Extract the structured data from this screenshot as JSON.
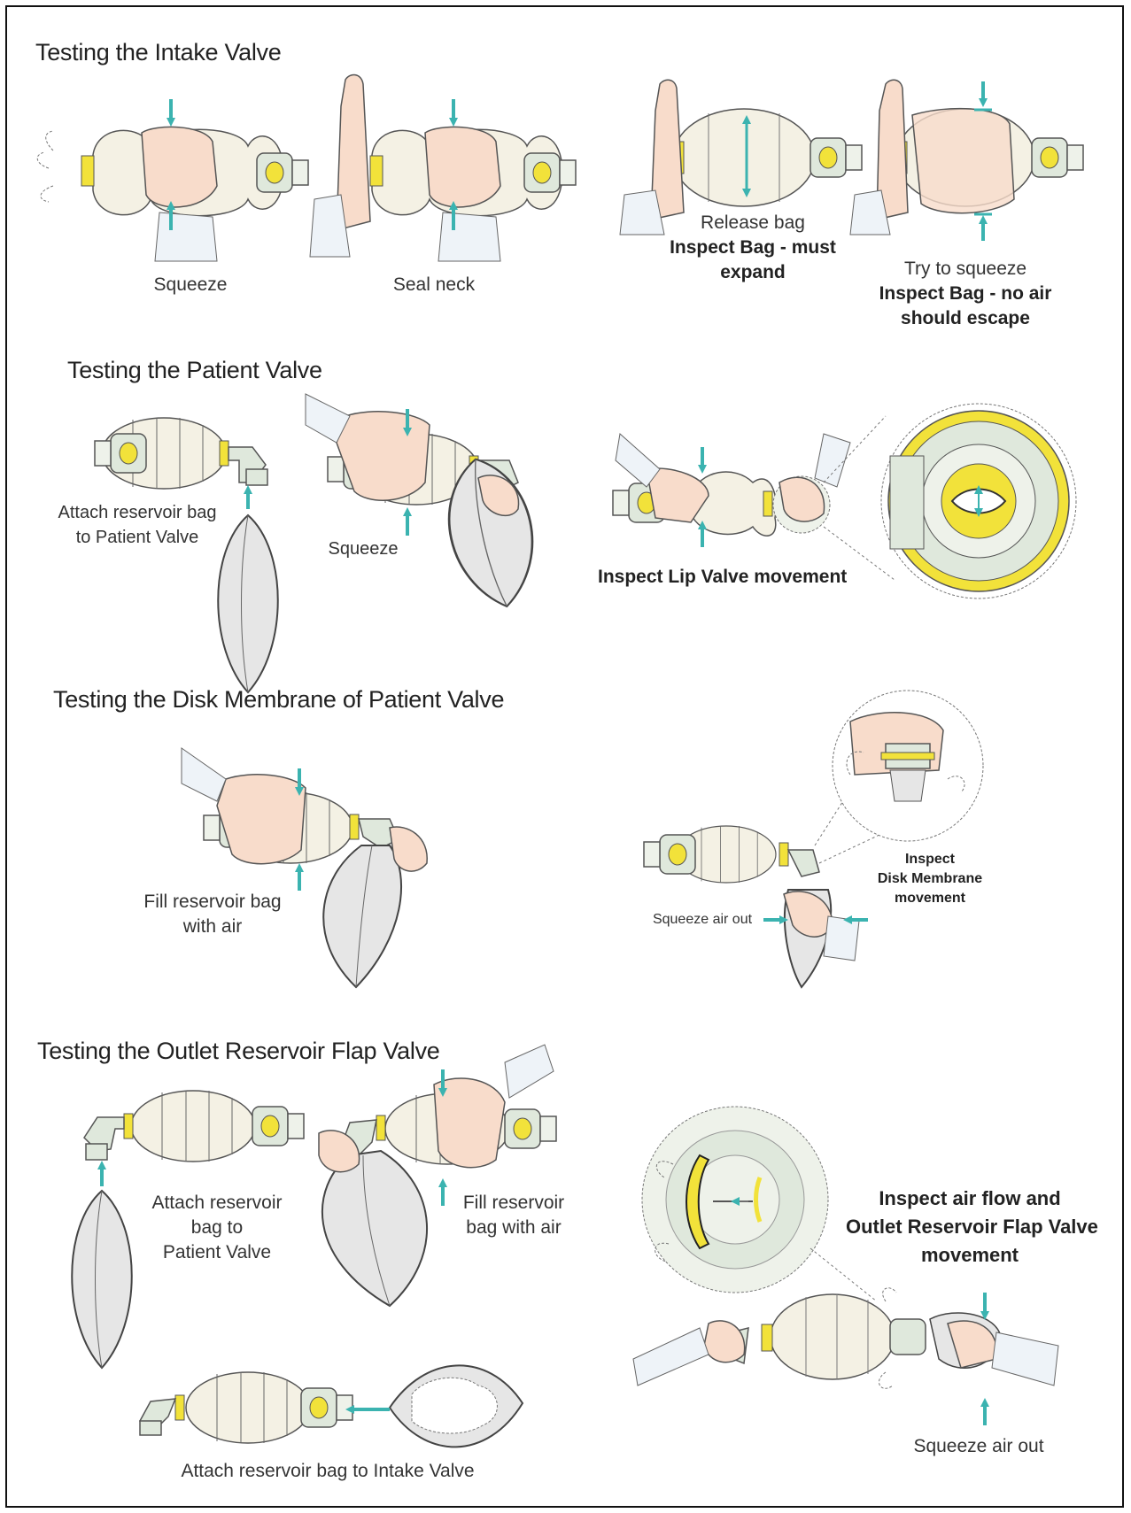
{
  "sections": {
    "intake": {
      "title": "Testing the Intake Valve",
      "captions": {
        "squeeze": "Squeeze",
        "seal_neck": "Seal neck",
        "release_line1": "Release bag",
        "release_line2": "Inspect Bag - must",
        "release_line3": "expand",
        "try_line1": "Try to squeeze",
        "try_line2": "Inspect Bag - no air",
        "try_line3": "should escape"
      }
    },
    "patient": {
      "title": "Testing the Patient Valve",
      "captions": {
        "attach_line1": "Attach reservoir bag",
        "attach_line2": "to Patient Valve",
        "squeeze": "Squeeze",
        "inspect_lip": "Inspect Lip Valve movement"
      }
    },
    "disk": {
      "title": "Testing the Disk Membrane of Patient Valve",
      "captions": {
        "fill_line1": "Fill reservoir bag",
        "fill_line2": "with air",
        "squeeze_air_out": "Squeeze air out",
        "inspect_line1": "Inspect",
        "inspect_line2": "Disk Membrane",
        "inspect_line3": "movement"
      }
    },
    "outlet": {
      "title": "Testing the Outlet Reservoir Flap Valve",
      "captions": {
        "attach_line1": "Attach reservoir",
        "attach_line2": "bag to",
        "attach_line3": "Patient Valve",
        "fill_line1": "Fill reservoir",
        "fill_line2": "bag with air",
        "inspect_line1": "Inspect air flow and",
        "inspect_line2": "Outlet Reservoir Flap Valve",
        "inspect_line3": "movement",
        "squeeze_air_out": "Squeeze air out",
        "attach_intake": "Attach reservoir bag to Intake Valve"
      }
    }
  },
  "colors": {
    "arrow": "#3bb3b0",
    "valve_yellow": "#f2e23a",
    "bag_fill": "#f4f1e4",
    "skin": "#f8dccb",
    "valve_green": "#dfe8dc",
    "reservoir": "#e6e6e6"
  }
}
